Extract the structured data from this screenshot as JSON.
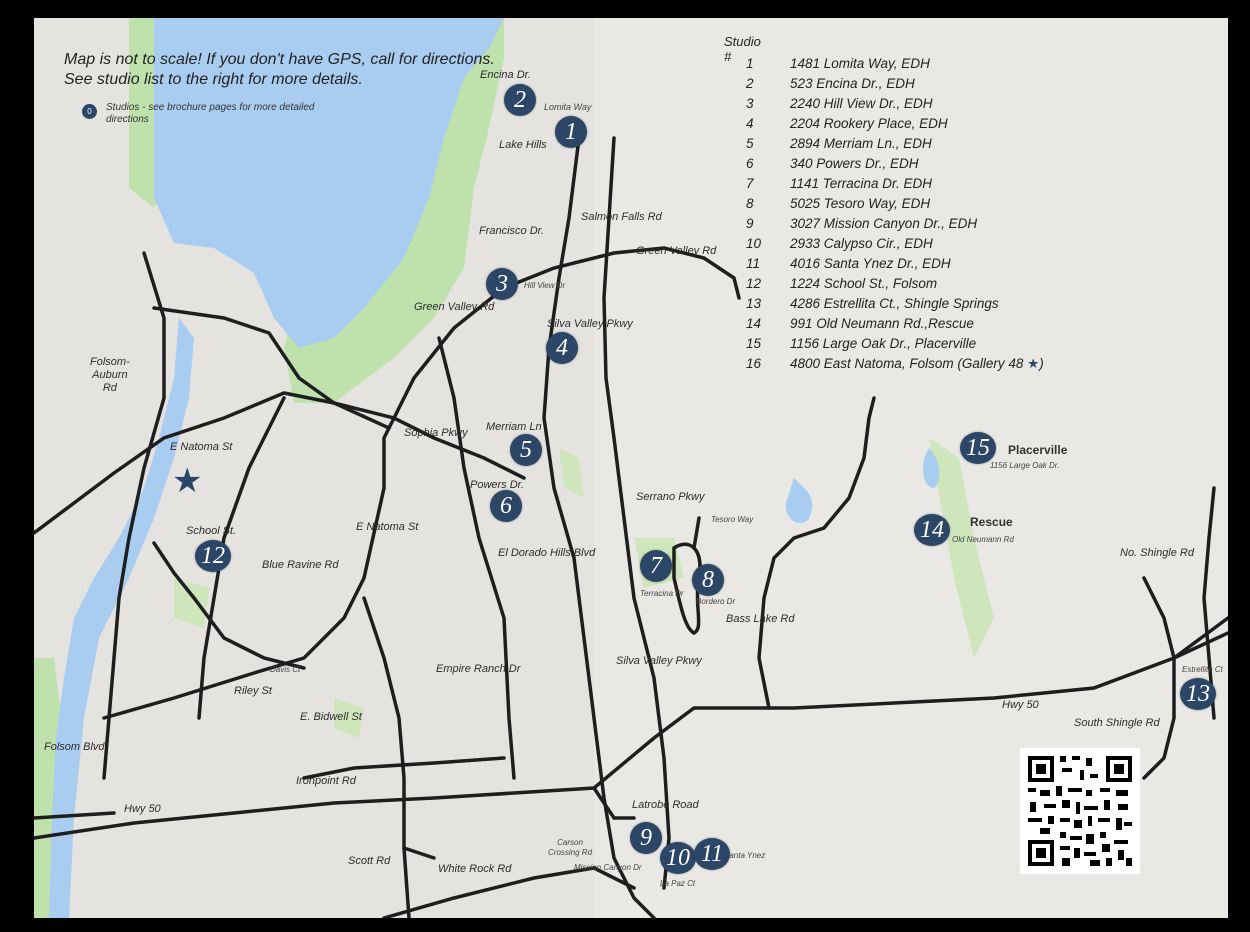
{
  "map_note": [
    "Map is not to scale! If you don't have GPS, call for directions.",
    "See studio list to the right for more details."
  ],
  "legend": {
    "symbol": "0",
    "text": "Studios - see brochure pages for more detailed directions"
  },
  "studio_list": {
    "heading": "Studio #",
    "rows": [
      {
        "n": "1",
        "addr": "1481 Lomita Way, EDH"
      },
      {
        "n": "2",
        "addr": "523 Encina Dr., EDH"
      },
      {
        "n": "3",
        "addr": "2240 Hill View Dr., EDH"
      },
      {
        "n": "4",
        "addr": "2204 Rookery Place, EDH"
      },
      {
        "n": "5",
        "addr": "2894 Merriam Ln., EDH"
      },
      {
        "n": "6",
        "addr": "340 Powers Dr., EDH"
      },
      {
        "n": "7",
        "addr": "1141 Terracina Dr. EDH"
      },
      {
        "n": "8",
        "addr": "5025 Tesoro Way, EDH"
      },
      {
        "n": "9",
        "addr": "3027 Mission Canyon Dr., EDH"
      },
      {
        "n": "10",
        "addr": "2933 Calypso Cir., EDH"
      },
      {
        "n": "11",
        "addr": "4016 Santa Ynez Dr., EDH"
      },
      {
        "n": "12",
        "addr": "1224 School St., Folsom"
      },
      {
        "n": "13",
        "addr": "4286 Estrellita Ct., Shingle Springs"
      },
      {
        "n": "14",
        "addr": "991 Old Neumann Rd.,Rescue"
      },
      {
        "n": "15",
        "addr": "1156 Large Oak Dr., Placerville"
      },
      {
        "n": "16",
        "addr": "4800 East Natoma, Folsom  (Gallery 48"
      }
    ],
    "gallery_suffix": ")"
  },
  "markers": {
    "m1": "1",
    "m2": "2",
    "m3": "3",
    "m4": "4",
    "m5": "5",
    "m6": "6",
    "m7": "7",
    "m8": "8",
    "m9": "9",
    "m10": "10",
    "m11": "11",
    "m12": "12",
    "m13": "13",
    "m14": "14",
    "m15": "15"
  },
  "labels": {
    "encina": "Encina Dr.",
    "lomita": "Lomita Way",
    "lake_hills": "Lake Hills",
    "salmon_falls": "Salmon Falls Rd",
    "francisco": "Francisco Dr.",
    "green_valley_rd": "Green Valley Rd",
    "hill_view": "Hill View Dr",
    "green_valley_rd2": "Green  Valley Rd",
    "silva_valley_pkwy": "Silva  Valley Pkwy",
    "folsom_auburn": "Folsom-\nAuburn\nRd",
    "merriam": "Merriam Ln",
    "sophia": "Sophia Pkwy",
    "e_natoma": "E Natoma  St",
    "e_natoma2": "E Natoma  St",
    "powers": "Powers Dr.",
    "serrano": "Serrano Pkwy",
    "tesoro": "Tesoro Way",
    "school_st": "School St.",
    "blue_ravine": "Blue Ravine Rd",
    "el_dorado_hills": "El Dorado  Hills Blvd",
    "terracina": "Terracina Dr",
    "bordaro": "Bordero Dr",
    "bass_lake": "Bass  Lake Rd",
    "silva_valley2": "Silva  Valley Pkwy",
    "empire_ranch": "Empire  Ranch Dr",
    "davis": "Davis Ct",
    "riley": "Riley St",
    "e_bidwell": "E. Bidwell  St",
    "folsom_blvd": "Folsom Blvd",
    "ironpoint": "Ironpoint Rd",
    "hwy50_left": "Hwy 50",
    "hwy50_right": "Hwy 50",
    "scott": "Scott Rd",
    "white_rock": "White Rock Rd",
    "latrobe": "Latrobe Road",
    "carson": "Carson\nCrossing Rd",
    "mission": "Mission Canyon Dr",
    "la_paz": "La Paz Ct",
    "santa_ynez": "Santa Ynez",
    "placerville": "Placerville",
    "large_oak": "1156 Large Oak Dr.",
    "rescue": "Rescue",
    "old_neumann": "Old Neumann Rd",
    "no_shingle": "No. Shingle Rd",
    "south_shingle": "South Shingle Rd",
    "estrellita": "Estrellita Ct"
  },
  "colors": {
    "marker": "#2c4668",
    "water": "#a9cdf1",
    "park": "#bfe2ad",
    "road": "#1e1e1e",
    "land": "#e9e8e4"
  }
}
